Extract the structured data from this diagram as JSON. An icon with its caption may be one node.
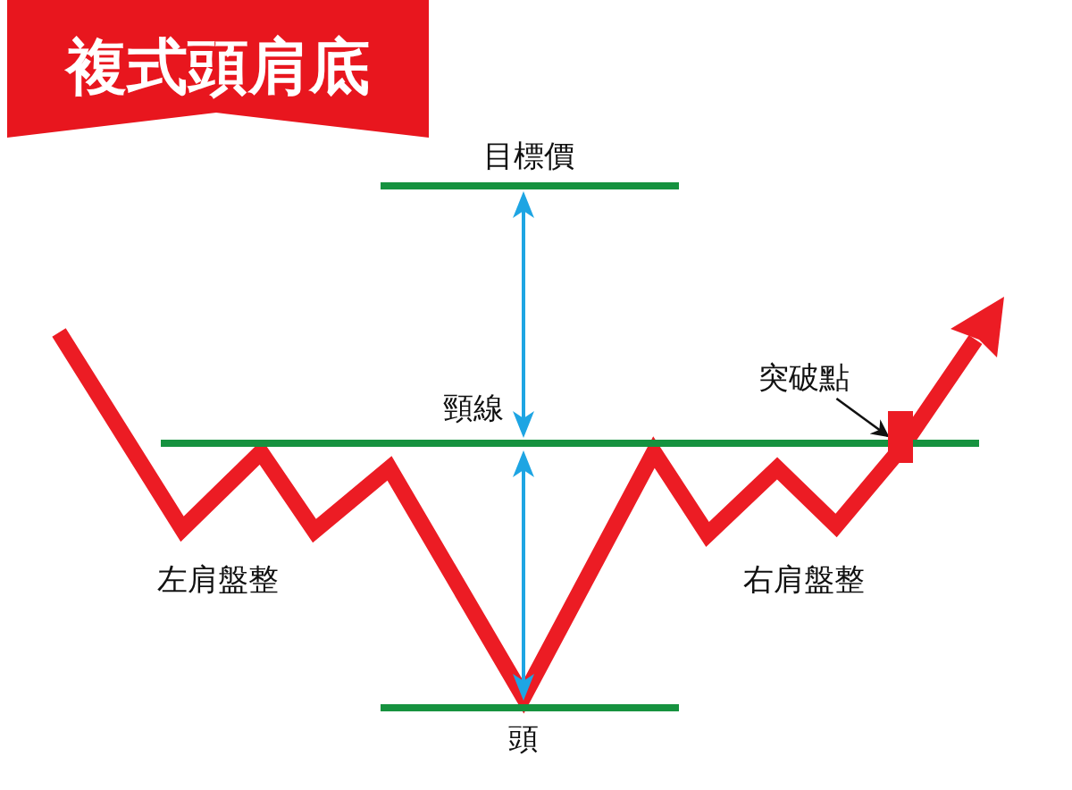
{
  "diagram": {
    "title": "複式頭肩底",
    "nodes": [
      {
        "text": [
          "突破點"
        ]
      },
      {
        "text": [],
        "shape": "box"
      }
    ],
    "edges": [
      {
        "from": 0,
        "to": 1,
        "arrow": "to"
      }
    ],
    "labels": [
      "目標價",
      "頸線",
      "左肩盤整",
      "右肩盤整",
      "頭"
    ]
  }
}
